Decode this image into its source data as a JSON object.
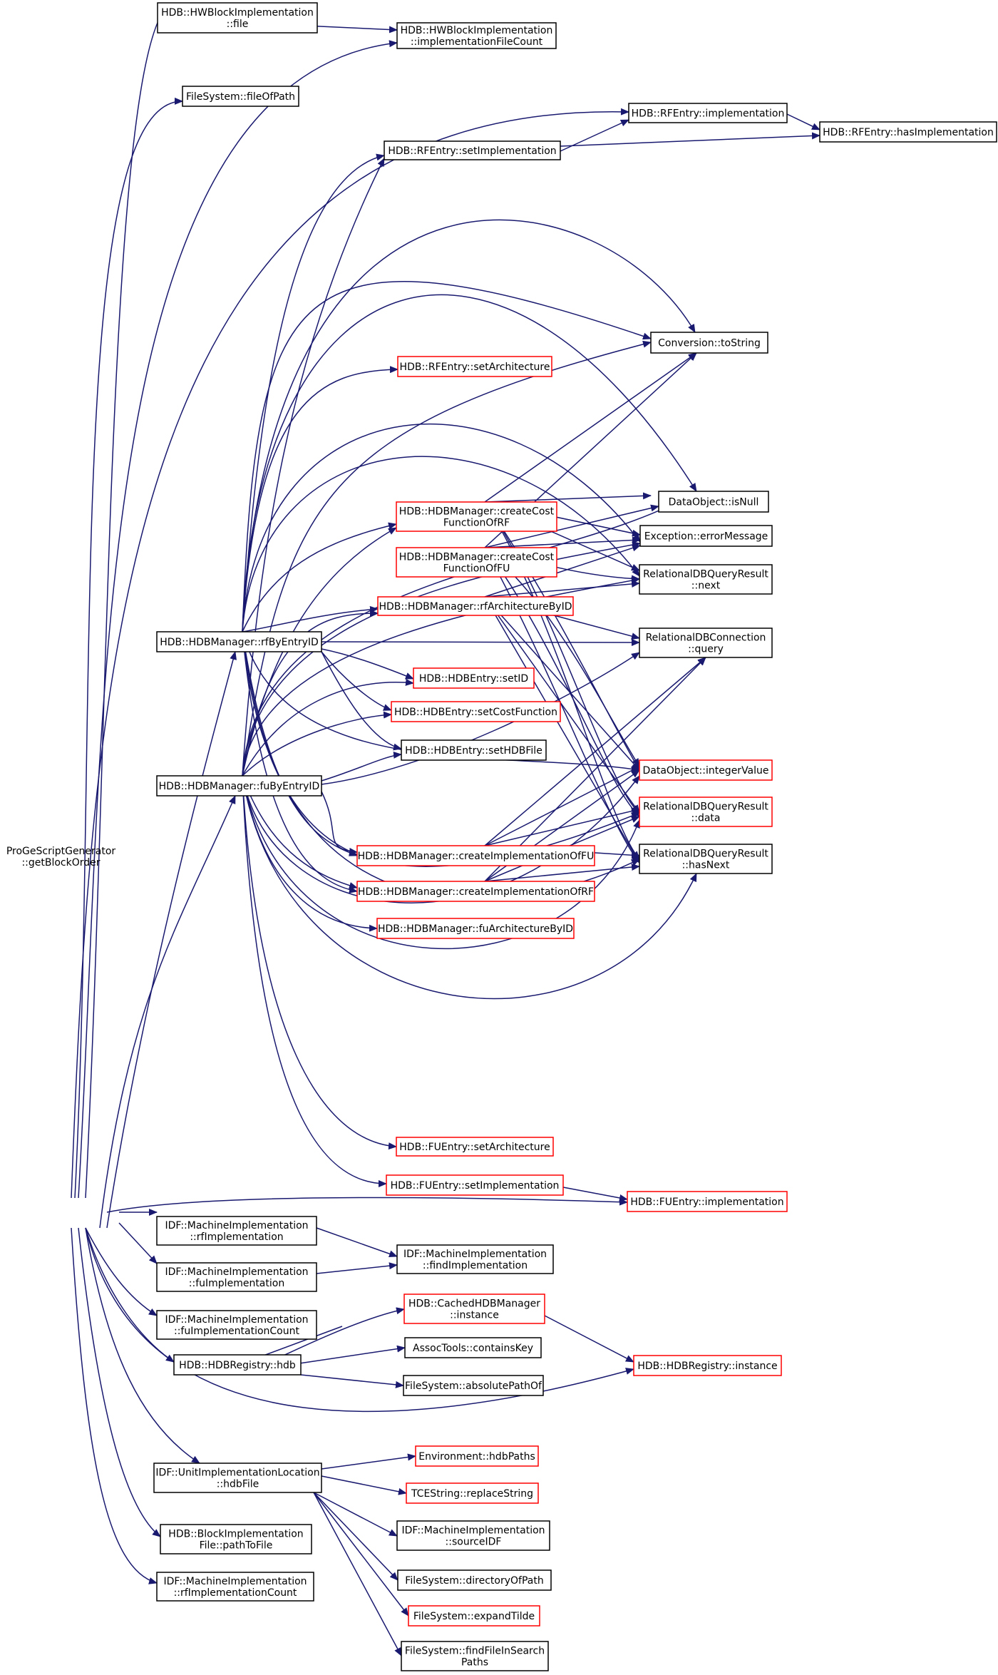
{
  "colors": {
    "edge": "#191970",
    "normal_border": "#000000",
    "truncated_border": "#ff0000",
    "root_fill": "#bfbfbf",
    "text": "#000000"
  },
  "nodes": [
    {
      "id": "root",
      "lines": [
        "ProGeScriptGenerator",
        "::getBlockOrder"
      ],
      "style": "root"
    },
    {
      "id": "hwbi_file",
      "lines": [
        "HDB::HWBlockImplementation",
        "::file"
      ],
      "style": "normal"
    },
    {
      "id": "hwbi_ifc",
      "lines": [
        "HDB::HWBlockImplementation",
        "::implementationFileCount"
      ],
      "style": "normal"
    },
    {
      "id": "fs_fileofpath",
      "lines": [
        "FileSystem::fileOfPath"
      ],
      "style": "normal"
    },
    {
      "id": "rfe_impl",
      "lines": [
        "HDB::RFEntry::implementation"
      ],
      "style": "normal"
    },
    {
      "id": "rfe_hasimpl",
      "lines": [
        "HDB::RFEntry::hasImplementation"
      ],
      "style": "normal"
    },
    {
      "id": "rfe_setimpl",
      "lines": [
        "HDB::RFEntry::setImplementation"
      ],
      "style": "normal"
    },
    {
      "id": "conv_tostring",
      "lines": [
        "Conversion::toString"
      ],
      "style": "normal"
    },
    {
      "id": "rfe_setarch",
      "lines": [
        "HDB::RFEntry::setArchitecture"
      ],
      "style": "truncated"
    },
    {
      "id": "do_isnull",
      "lines": [
        "DataObject::isNull"
      ],
      "style": "normal"
    },
    {
      "id": "ccf_rf",
      "lines": [
        "HDB::HDBManager::createCost",
        "FunctionOfRF"
      ],
      "style": "truncated"
    },
    {
      "id": "exc_err",
      "lines": [
        "Exception::errorMessage"
      ],
      "style": "normal"
    },
    {
      "id": "ccf_fu",
      "lines": [
        "HDB::HDBManager::createCost",
        "FunctionOfFU"
      ],
      "style": "truncated"
    },
    {
      "id": "rdbq_next",
      "lines": [
        "RelationalDBQueryResult",
        "::next"
      ],
      "style": "normal"
    },
    {
      "id": "rfarch",
      "lines": [
        "HDB::HDBManager::rfArchitectureByID"
      ],
      "style": "truncated"
    },
    {
      "id": "rfbyentry",
      "lines": [
        "HDB::HDBManager::rfByEntryID"
      ],
      "style": "normal"
    },
    {
      "id": "rdbc_query",
      "lines": [
        "RelationalDBConnection",
        "::query"
      ],
      "style": "normal"
    },
    {
      "id": "hdbe_setid",
      "lines": [
        "HDB::HDBEntry::setID"
      ],
      "style": "truncated"
    },
    {
      "id": "hdbe_setcost",
      "lines": [
        "HDB::HDBEntry::setCostFunction"
      ],
      "style": "truncated"
    },
    {
      "id": "hdbe_sethdb",
      "lines": [
        "HDB::HDBEntry::setHDBFile"
      ],
      "style": "normal"
    },
    {
      "id": "fubyentry",
      "lines": [
        "HDB::HDBManager::fuByEntryID"
      ],
      "style": "normal"
    },
    {
      "id": "do_intval",
      "lines": [
        "DataObject::integerValue"
      ],
      "style": "truncated"
    },
    {
      "id": "cifu",
      "lines": [
        "HDB::HDBManager::createImplementationOfFU"
      ],
      "style": "truncated"
    },
    {
      "id": "rdbq_data",
      "lines": [
        "RelationalDBQueryResult",
        "::data"
      ],
      "style": "truncated"
    },
    {
      "id": "cirf",
      "lines": [
        "HDB::HDBManager::createImplementationOfRF"
      ],
      "style": "truncated"
    },
    {
      "id": "rdbq_hasnext",
      "lines": [
        "RelationalDBQueryResult",
        "::hasNext"
      ],
      "style": "normal"
    },
    {
      "id": "fuarch",
      "lines": [
        "HDB::HDBManager::fuArchitectureByID"
      ],
      "style": "truncated"
    },
    {
      "id": "fue_setarch",
      "lines": [
        "HDB::FUEntry::setArchitecture"
      ],
      "style": "truncated"
    },
    {
      "id": "fue_setimpl",
      "lines": [
        "HDB::FUEntry::setImplementation"
      ],
      "style": "truncated"
    },
    {
      "id": "fue_impl",
      "lines": [
        "HDB::FUEntry::implementation"
      ],
      "style": "truncated"
    },
    {
      "id": "mi_rfimpl",
      "lines": [
        "IDF::MachineImplementation",
        "::rfImplementation"
      ],
      "style": "normal"
    },
    {
      "id": "mi_findimpl",
      "lines": [
        "IDF::MachineImplementation",
        "::findImplementation"
      ],
      "style": "normal"
    },
    {
      "id": "mi_fuimpl",
      "lines": [
        "IDF::MachineImplementation",
        "::fuImplementation"
      ],
      "style": "normal"
    },
    {
      "id": "cached_inst",
      "lines": [
        "HDB::CachedHDBManager",
        "::instance"
      ],
      "style": "truncated"
    },
    {
      "id": "mi_fuic",
      "lines": [
        "IDF::MachineImplementation",
        "::fuImplementationCount"
      ],
      "style": "normal"
    },
    {
      "id": "assoc_ck",
      "lines": [
        "AssocTools::containsKey"
      ],
      "style": "normal"
    },
    {
      "id": "reg_hdb",
      "lines": [
        "HDB::HDBRegistry::hdb"
      ],
      "style": "normal"
    },
    {
      "id": "reg_inst",
      "lines": [
        "HDB::HDBRegistry::instance"
      ],
      "style": "truncated"
    },
    {
      "id": "fs_abspath",
      "lines": [
        "FileSystem::absolutePathOf"
      ],
      "style": "normal"
    },
    {
      "id": "env_hdbpaths",
      "lines": [
        "Environment::hdbPaths"
      ],
      "style": "truncated"
    },
    {
      "id": "uil_hdbfile",
      "lines": [
        "IDF::UnitImplementationLocation",
        "::hdbFile"
      ],
      "style": "normal"
    },
    {
      "id": "tce_replace",
      "lines": [
        "TCEString::replaceString"
      ],
      "style": "truncated"
    },
    {
      "id": "mi_sourceidf",
      "lines": [
        "IDF::MachineImplementation",
        "::sourceIDF"
      ],
      "style": "normal"
    },
    {
      "id": "bi_pathtofile",
      "lines": [
        "HDB::BlockImplementation",
        "File::pathToFile"
      ],
      "style": "normal"
    },
    {
      "id": "fs_dirofpath",
      "lines": [
        "FileSystem::directoryOfPath"
      ],
      "style": "normal"
    },
    {
      "id": "fs_expandtilde",
      "lines": [
        "FileSystem::expandTilde"
      ],
      "style": "truncated"
    },
    {
      "id": "mi_rfic",
      "lines": [
        "IDF::MachineImplementation",
        "::rfImplementationCount"
      ],
      "style": "normal"
    },
    {
      "id": "fs_findfile",
      "lines": [
        "FileSystem::findFileInSearch",
        "Paths"
      ],
      "style": "normal"
    }
  ]
}
